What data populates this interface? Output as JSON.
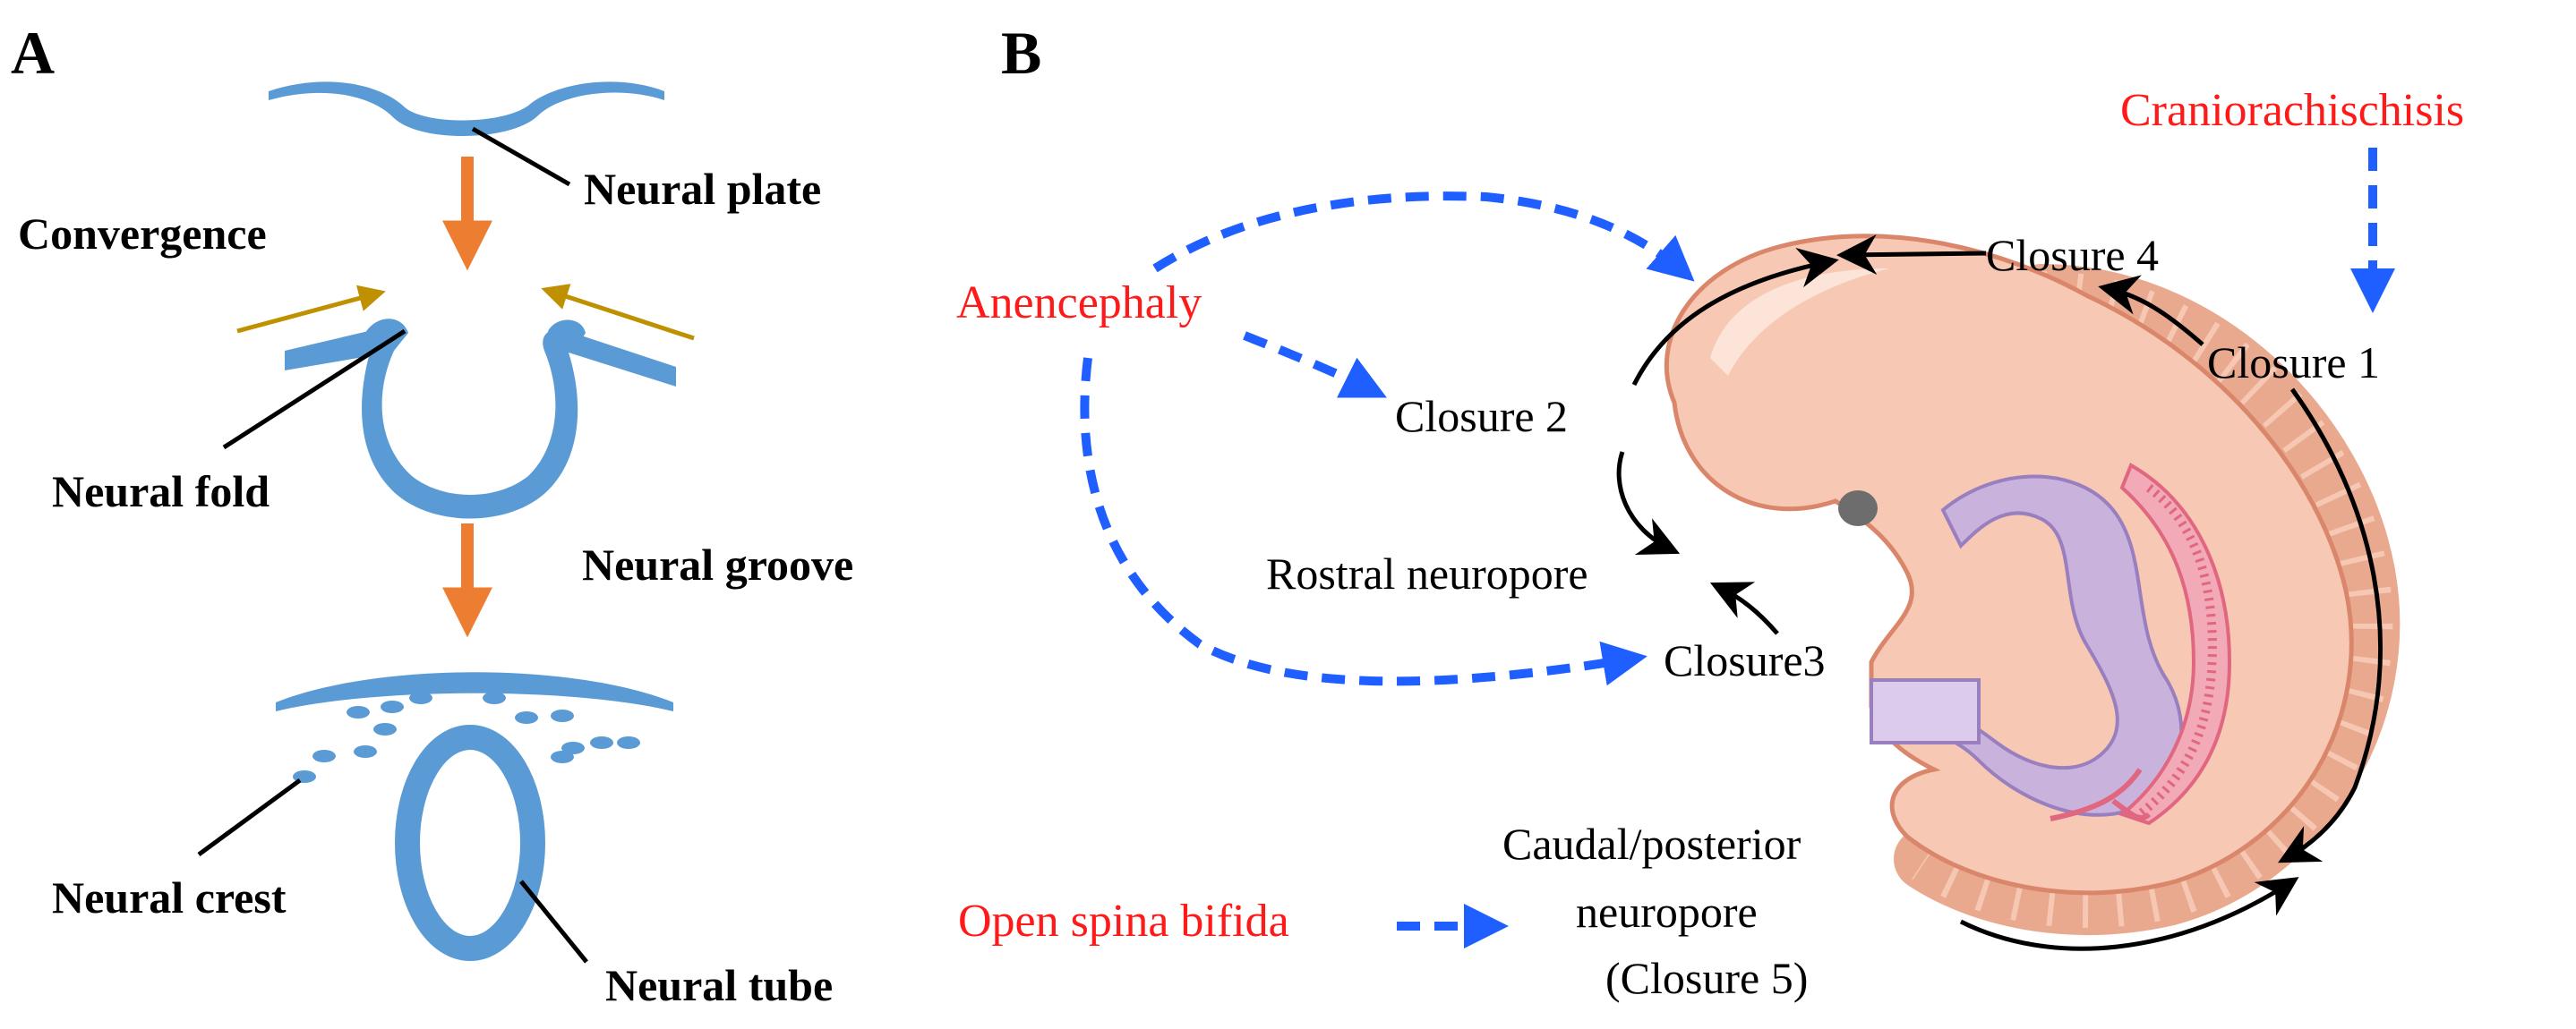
{
  "panels": {
    "a": {
      "letter": "A",
      "labels": {
        "neural_plate": "Neural plate",
        "convergence": "Convergence",
        "neural_fold": "Neural fold",
        "neural_groove": "Neural groove",
        "neural_crest": "Neural crest",
        "neural_tube": "Neural tube"
      }
    },
    "b": {
      "letter": "B",
      "closures": {
        "closure_1": "Closure 1",
        "closure_2": "Closure 2",
        "closure_3": "Closure3",
        "closure_4": "Closure 4",
        "rostral_neuropore": "Rostral neuropore",
        "caudal_line1": "Caudal/posterior",
        "caudal_line2": "neuropore",
        "caudal_line3": "(Closure 5)"
      },
      "defects": {
        "craniorachischisis": "Craniorachischisis",
        "anencephaly": "Anencephaly",
        "open_spina_bifida": "Open spina bifida"
      }
    }
  },
  "colors": {
    "tissue_blue": "#5b9bd5",
    "process_arrow_orange": "#ed7d31",
    "convergence_arrow_gold": "#bf9000",
    "defect_arrow_blue": "#1f5fff",
    "defect_text_red": "#ff1a1a",
    "embryo_skin": "#f7c8b4",
    "embryo_outline": "#d9866a",
    "heart_lilac": "#c9b3dd",
    "neural_pink": "#e0677f"
  }
}
